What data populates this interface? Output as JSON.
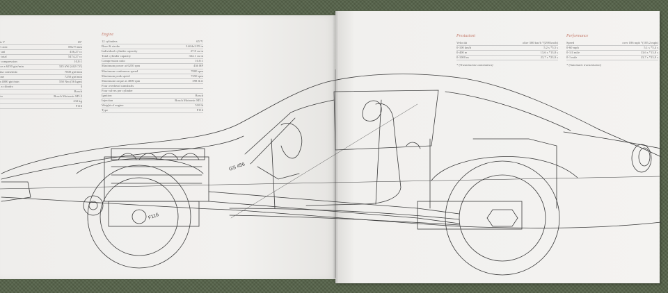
{
  "page_left": {
    "col1_rows": [
      [
        "eris V",
        "65°"
      ],
      [
        "e e canc",
        "88x75 mm"
      ],
      [
        "ne uni",
        "456,27 cc"
      ],
      [
        "ne total",
        "5474,27 cc"
      ],
      [
        "de compression",
        "10,8:1"
      ],
      [
        "ance a 6250 giri/min",
        "325 kW (442 CV)"
      ],
      [
        "rhina consentito",
        "7000 giri/min"
      ],
      [
        "zione",
        "7250 giri/min"
      ],
      [
        "e a 4000 giri/min",
        "550 Nm (56 kgm)"
      ],
      [
        "ed a cilindro",
        "4"
      ],
      [
        "e",
        "Bosch"
      ],
      [
        "ento",
        "Bosch Motronic M5.2"
      ],
      [
        "e",
        "232 kg"
      ],
      [
        "",
        "F116"
      ]
    ],
    "col2_title": "Engine",
    "col2_rows": [
      [
        "12 cylinders",
        "65°V"
      ],
      [
        "Bore & stroke",
        "3.464x2.95 in"
      ],
      [
        "Individual cylinder capacity",
        "27.8 cu in"
      ],
      [
        "Total cylinder capacity",
        "334.1 cu in"
      ],
      [
        "Compression ratio",
        "10.8:1"
      ],
      [
        "Maximum power at 6250 rpm",
        "436 HP"
      ],
      [
        "Maximum continuous speed",
        "7000 rpm"
      ],
      [
        "Maximum peak speed",
        "7250 rpm"
      ],
      [
        "Maximum torque at 4000 rpm",
        "398 lb ft"
      ],
      [
        "Four overhead camshafts",
        ""
      ],
      [
        "Four valves per cylinder",
        ""
      ],
      [
        "Ignition",
        "Bosch"
      ],
      [
        "Injection",
        "Bosch Motronic M5.2"
      ],
      [
        "Weight of engine",
        "510 lb"
      ],
      [
        "Type",
        "F116"
      ]
    ]
  },
  "page_right": {
    "col1_title": "Prestazioni",
    "col1_rows": [
      [
        "Velocità",
        "oltre 300 km/h *(298 km/h)"
      ],
      [
        "0-100 km/h",
        "5,2 s    *5,5 s"
      ],
      [
        "0-400 m",
        "13,6 s  *13,8 s"
      ],
      [
        "0-1000 m",
        "23,7 s  *23,9 s"
      ]
    ],
    "col1_note": "* (Trasmissione automatica)",
    "col2_title": "Performance",
    "col2_rows": [
      [
        "Speed",
        "over 186 mph *(185,2 mph)"
      ],
      [
        "0-60 mph",
        "5,1 s    *5,4 s"
      ],
      [
        "0-1/4 mile",
        "13,6 s  *13,8 s"
      ],
      [
        "0-1 mile",
        "23,7 s  *23,9 s"
      ]
    ],
    "col2_note": "* (Automatic transmission)"
  },
  "drawing": {
    "engine_label": "F116",
    "gearbox_label": "GS 456"
  },
  "colors": {
    "carpet": "#56634a",
    "paper": "#f3f2f0",
    "heading_accent": "#c47a6a",
    "line": "#3a3a3a"
  }
}
